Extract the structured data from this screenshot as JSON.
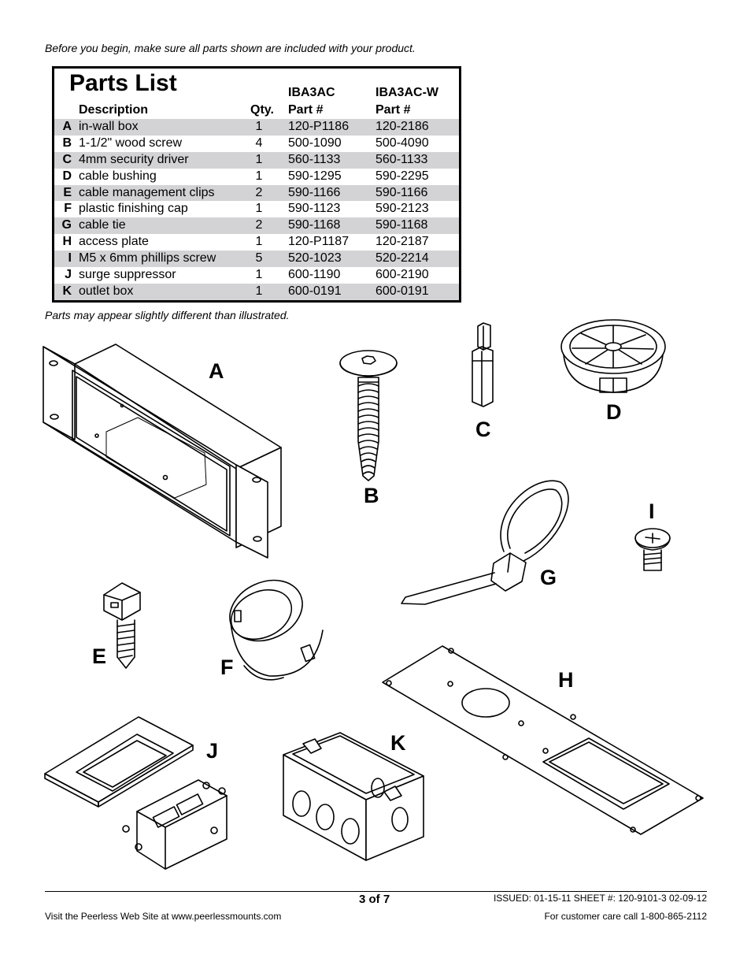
{
  "intro_text": "Before you begin, make sure all parts shown are included with your product.",
  "parts_list": {
    "title": "Parts List",
    "headers": {
      "description": "Description",
      "qty": "Qty.",
      "model_a": "IBA3AC",
      "model_a_part": "Part #",
      "model_b": "IBA3AC-W",
      "model_b_part": "Part #"
    },
    "rows": [
      {
        "letter": "A",
        "description": "in-wall box",
        "qty": "1",
        "part_a": "120-P1186",
        "part_b": "120-2186"
      },
      {
        "letter": "B",
        "description": "1-1/2\" wood screw",
        "qty": "4",
        "part_a": "500-1090",
        "part_b": "500-4090"
      },
      {
        "letter": "C",
        "description": "4mm security driver",
        "qty": "1",
        "part_a": "560-1133",
        "part_b": "560-1133"
      },
      {
        "letter": "D",
        "description": "cable bushing",
        "qty": "1",
        "part_a": "590-1295",
        "part_b": "590-2295"
      },
      {
        "letter": "E",
        "description": "cable management clips",
        "qty": "2",
        "part_a": "590-1166",
        "part_b": "590-1166"
      },
      {
        "letter": "F",
        "description": "plastic finishing cap",
        "qty": "1",
        "part_a": "590-1123",
        "part_b": "590-2123"
      },
      {
        "letter": "G",
        "description": "cable tie",
        "qty": "2",
        "part_a": "590-1168",
        "part_b": "590-1168"
      },
      {
        "letter": "H",
        "description": "access plate",
        "qty": "1",
        "part_a": "120-P1187",
        "part_b": "120-2187"
      },
      {
        "letter": "I",
        "description": "M5 x 6mm phillips screw",
        "qty": "5",
        "part_a": "520-1023",
        "part_b": "520-2214"
      },
      {
        "letter": "J",
        "description": "surge suppressor",
        "qty": "1",
        "part_a": "600-1190",
        "part_b": "600-2190"
      },
      {
        "letter": "K",
        "description": "outlet box",
        "qty": "1",
        "part_a": "600-0191",
        "part_b": "600-0191"
      }
    ]
  },
  "disclaimer": "Parts may appear slightly different than illustrated.",
  "illustration_labels": {
    "A": "A",
    "B": "B",
    "C": "C",
    "D": "D",
    "E": "E",
    "F": "F",
    "G": "G",
    "H": "H",
    "I": "I",
    "J": "J",
    "K": "K"
  },
  "footer": {
    "page": "3 of 7",
    "issued": "ISSUED: 01-15-11  SHEET #: 120-9101-3  02-09-12",
    "website": "Visit the Peerless Web Site at www.peerlessmounts.com",
    "customer_care": "For customer care call 1-800-865-2112"
  },
  "colors": {
    "row_shade": "#d3d3d5",
    "ink": "#000000"
  }
}
